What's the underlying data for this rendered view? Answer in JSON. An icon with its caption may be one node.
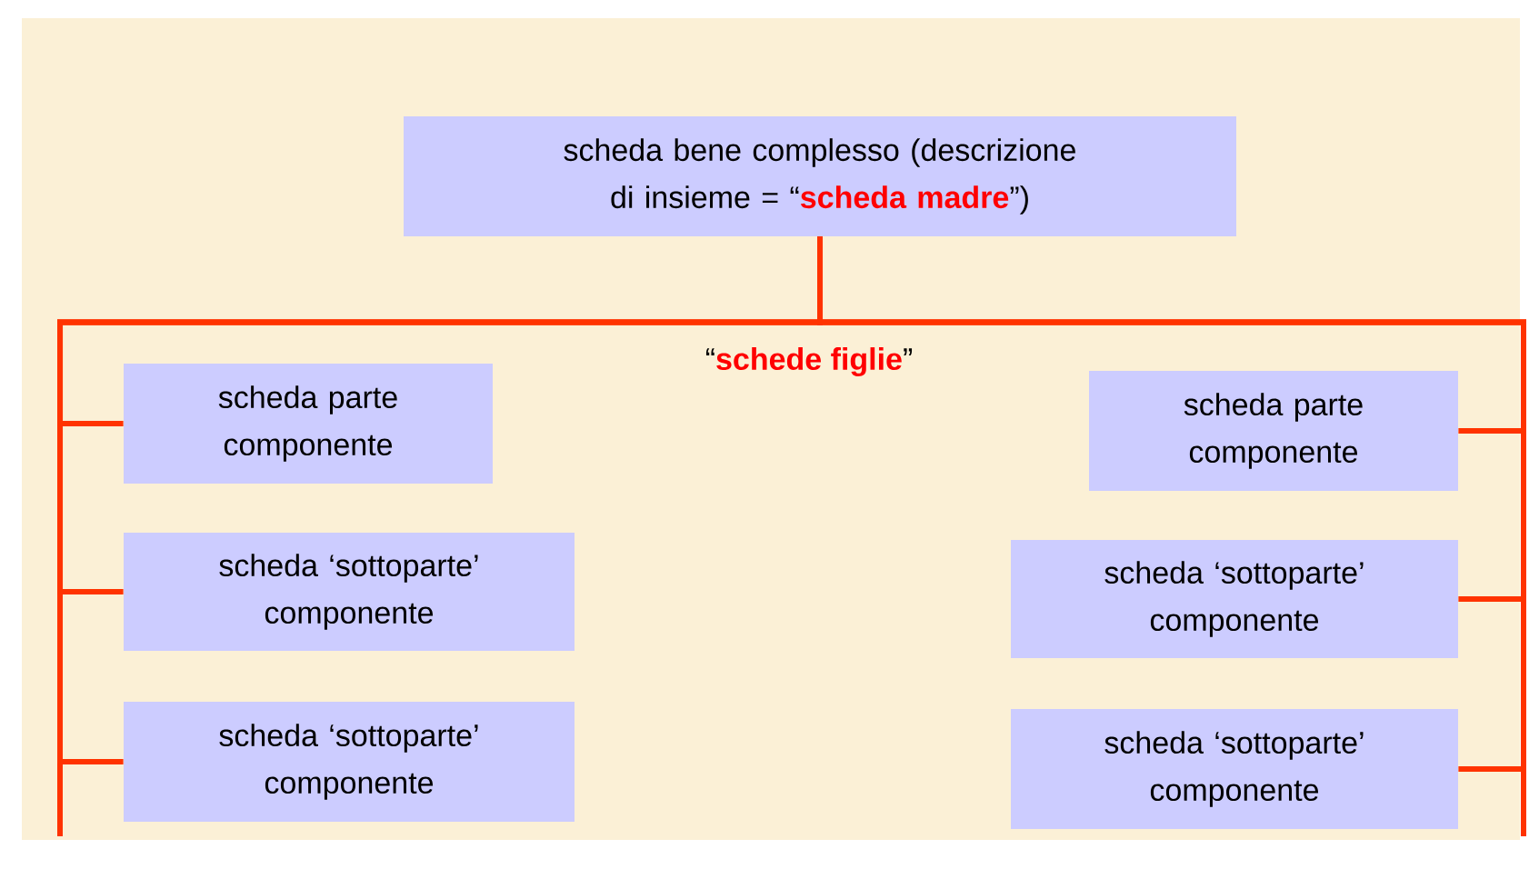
{
  "diagram": {
    "nodes": [
      {
        "text": [
          "scheda bene complesso (descrizione di insieme = “**scheda madre**”)"
        ]
      },
      {
        "text": [
          "scheda parte componente"
        ]
      },
      {
        "text": [
          "scheda ‘sottoparte’ componente"
        ]
      },
      {
        "text": [
          "scheda ‘sottoparte’ componente"
        ]
      },
      {
        "text": [
          "scheda parte componente"
        ]
      },
      {
        "text": [
          "scheda ‘sottoparte’ componente"
        ]
      },
      {
        "text": [
          "scheda ‘sottoparte’ componente"
        ]
      }
    ],
    "edges": [
      {
        "from": 0,
        "to": 1,
        "arrow": "none"
      },
      {
        "from": 0,
        "to": 2,
        "arrow": "none"
      },
      {
        "from": 0,
        "to": 3,
        "arrow": "none"
      },
      {
        "from": 0,
        "to": 4,
        "arrow": "none"
      },
      {
        "from": 0,
        "to": 5,
        "arrow": "none"
      },
      {
        "from": 0,
        "to": 6,
        "arrow": "none"
      }
    ],
    "labels": [
      "“**schede figlie**”"
    ]
  }
}
